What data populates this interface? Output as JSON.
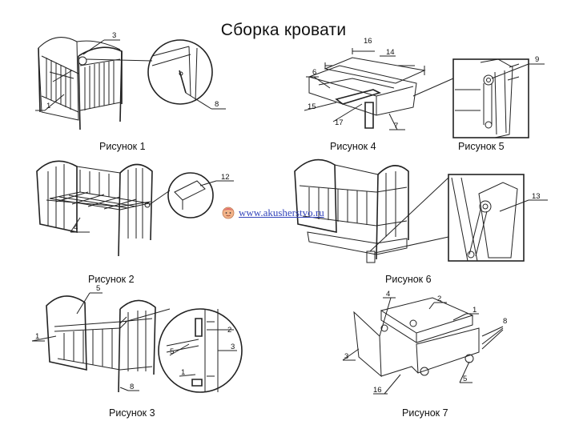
{
  "title": "Сборка кровати",
  "watermark": {
    "text": "www.akusherstvo.ru",
    "icon": "baby-face-icon"
  },
  "figures": [
    {
      "caption": "Рисунок 1",
      "labels": [
        "3",
        "1",
        "8"
      ]
    },
    {
      "caption": "Рисунок 2",
      "labels": [
        "12",
        "4"
      ]
    },
    {
      "caption": "Рисунок 3",
      "labels": [
        "5",
        "1",
        "2",
        "5",
        "3",
        "1",
        "8"
      ]
    },
    {
      "caption": "Рисунок 4",
      "labels": [
        "16",
        "14",
        "6",
        "15",
        "17",
        "7"
      ]
    },
    {
      "caption": "Рисунок 5",
      "labels": [
        "9"
      ]
    },
    {
      "caption": "Рисунок 6",
      "labels": [
        "13"
      ]
    },
    {
      "caption": "Рисунок 7",
      "labels": [
        "4",
        "2",
        "1",
        "8",
        "3",
        "16",
        "5"
      ]
    }
  ]
}
